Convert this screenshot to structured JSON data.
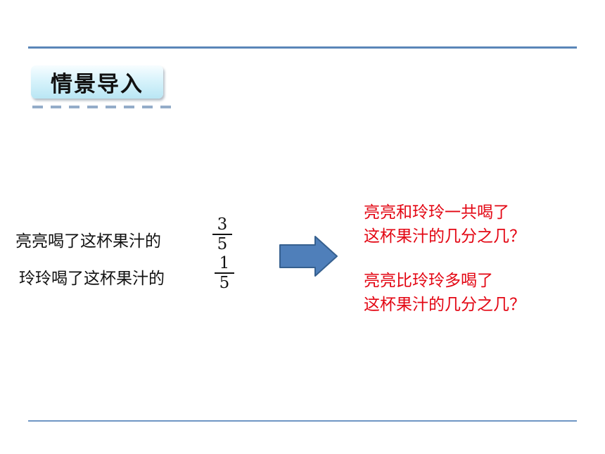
{
  "header": {
    "title": "情景导入"
  },
  "facts": {
    "liangliang": {
      "text": "亮亮喝了这杯果汁的",
      "numerator": "3",
      "denominator": "5"
    },
    "lingling": {
      "text": "玲玲喝了这杯果汁的",
      "numerator": "1",
      "denominator": "5"
    }
  },
  "questions": {
    "q1": {
      "line1": "亮亮和玲玲一共喝了",
      "line2": "这杯果汁的几分之几？"
    },
    "q2": {
      "line1": "亮亮比玲玲多喝了",
      "line2": "这杯果汁的几分之几？"
    }
  },
  "colors": {
    "accent_rule": "#5a86b8",
    "question_text": "#e30613",
    "arrow_fill": "#4f7fba",
    "arrow_stroke": "#36608f"
  }
}
